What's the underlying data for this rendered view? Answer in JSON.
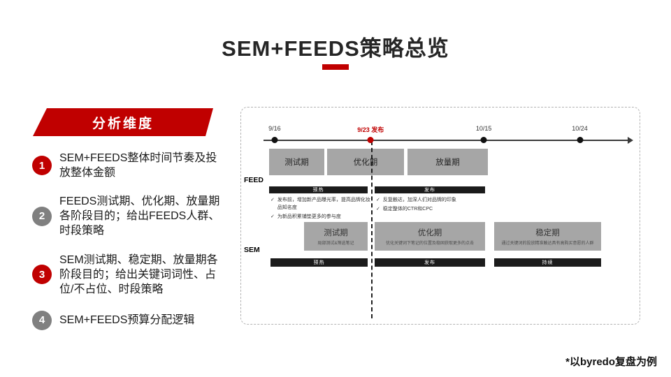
{
  "accent_color": "#C00000",
  "icons": {
    "check": "✓"
  },
  "title": "SEM+FEEDS策略总览",
  "sidebar": {
    "header": "分析维度",
    "items": [
      {
        "num": "1",
        "color": "red",
        "text": "SEM+FEEDS整体时间节奏及投放整体金额"
      },
      {
        "num": "2",
        "color": "gray",
        "text": "FEEDS测试期、优化期、放量期各阶段目的；给出FEEDS人群、时段策略"
      },
      {
        "num": "3",
        "color": "red",
        "text": "SEM测试期、稳定期、放量期各阶段目的；给出关键词词性、占位/不占位、时段策略"
      },
      {
        "num": "4",
        "color": "gray",
        "text": "SEM+FEEDS预算分配逻辑"
      }
    ]
  },
  "timeline": {
    "milestones": [
      {
        "label": "9/16",
        "highlight": false
      },
      {
        "label": "9/23 发布",
        "highlight": true
      },
      {
        "label": "10/15",
        "highlight": false
      },
      {
        "label": "10/24",
        "highlight": false
      }
    ]
  },
  "feed": {
    "label": "FEED",
    "phases": [
      "测试期",
      "优化期",
      "放量期"
    ],
    "stages": [
      {
        "bar": "预热",
        "bullets": [
          "发布前，增加新产品曝光率，提高品牌化妆品知名度",
          "为新品积累铺垫更多的参与度"
        ]
      },
      {
        "bar": "发布",
        "bullets": [
          "反复触达，加深人们对品牌的印象",
          "稳定整体的CTR和CPC"
        ]
      }
    ]
  },
  "sem": {
    "label": "SEM",
    "phases": [
      {
        "title": "测试期",
        "subtitle": "局部测试&筛选笔记",
        "bar": "预热"
      },
      {
        "title": "优化期",
        "subtitle": "优化关键词下笔记的位置及稳固获取更多的点击",
        "bar": "发布"
      },
      {
        "title": "稳定期",
        "subtitle": "通过关键词的投放精准触达具有高购买意愿的人群",
        "bar": "持续"
      }
    ]
  },
  "footnote": "*以byredo复盘为例"
}
